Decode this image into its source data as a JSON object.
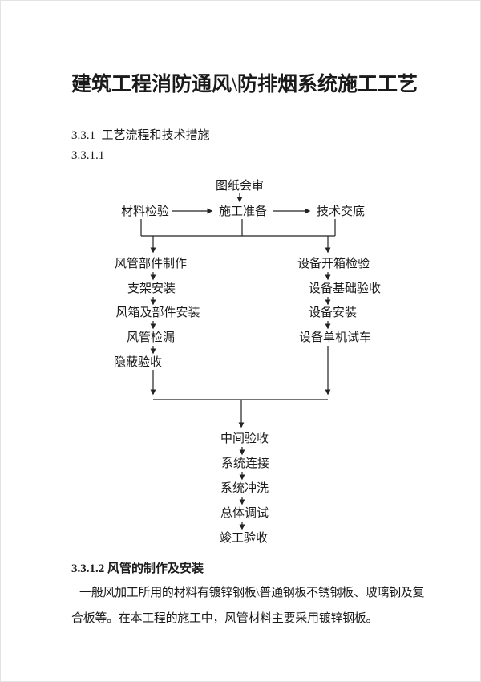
{
  "document": {
    "title": "建筑工程消防通风\\防排烟系统施工工艺",
    "heading_331": "3.3.1  工艺流程和技术措施",
    "heading_3311": "3.3.1.1",
    "heading_3312": "3.3.1.2 风管的制作及安装",
    "paragraph_line1": "一般风加工所用的材料有镀锌钢板\\普通钢板不锈钢板、玻璃钢及复",
    "paragraph_line2": "合板等。在本工程的施工中，风管材料主要采用镀锌钢板。"
  },
  "flowchart": {
    "nodes": [
      {
        "label": "图纸会审"
      },
      {
        "label": "材料检验"
      },
      {
        "label": "施工准备"
      },
      {
        "label": "技术交底"
      },
      {
        "label": "风管部件制作"
      },
      {
        "label": "支架安装"
      },
      {
        "label": "风箱及部件安装"
      },
      {
        "label": "风管检漏"
      },
      {
        "label": "隐蔽验收"
      },
      {
        "label": "设备开箱检验"
      },
      {
        "label": "设备基础验收"
      },
      {
        "label": "设备安装"
      },
      {
        "label": "设备单机试车"
      },
      {
        "label": "中间验收"
      },
      {
        "label": "系统连接"
      },
      {
        "label": "系统冲洗"
      },
      {
        "label": "总体调试"
      },
      {
        "label": "竣工验收"
      }
    ]
  },
  "colors": {
    "background": "#ffffff",
    "text": "#1a1a1a",
    "line": "#222222"
  }
}
